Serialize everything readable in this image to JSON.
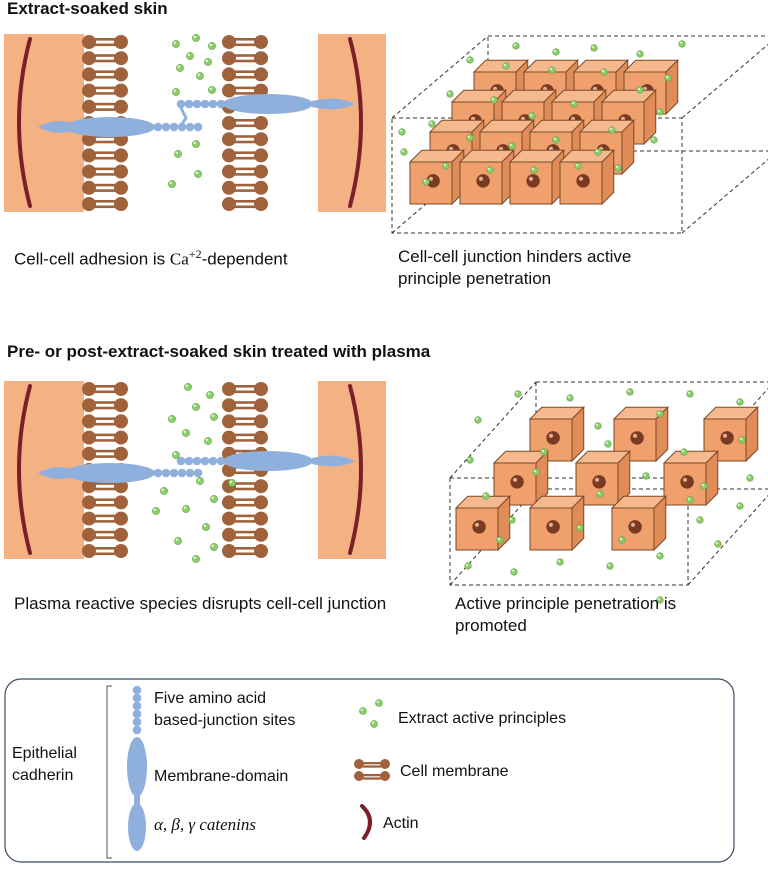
{
  "panel_top": {
    "title": "Extract-soaked skin",
    "caption_left": {
      "prefix": "Cell-cell adhesion is ",
      "ion": "Ca",
      "superscript": "+2",
      "suffix": "-dependent"
    },
    "caption_right_line1": "Cell-cell junction hinders active",
    "caption_right_line2": "principle penetration"
  },
  "panel_bottom": {
    "title": "Pre- or post-extract-soaked skin treated with plasma",
    "caption_left": "Plasma reactive species disrupts cell-cell junction",
    "caption_right_line1": "Active principle penetration is",
    "caption_right_line2": "promoted"
  },
  "legend": {
    "group_label_line1": "Epithelial",
    "group_label_line2": "cadherin",
    "junction_sites_line1": "Five amino acid",
    "junction_sites_line2": "based-junction sites",
    "membrane_domain": "Membrane-domain",
    "catenins": "α, β, γ catenins",
    "extract_active_principles": "Extract active principles",
    "cell_membrane": "Cell membrane",
    "actin": "Actin"
  },
  "colors": {
    "cell_fill": "#f4b183",
    "membrane": "#a0623a",
    "cadherin": "#8fb0dc",
    "actin": "#7b1f2a",
    "particle": "#8ccf6a",
    "cube": "#f0a06c"
  }
}
